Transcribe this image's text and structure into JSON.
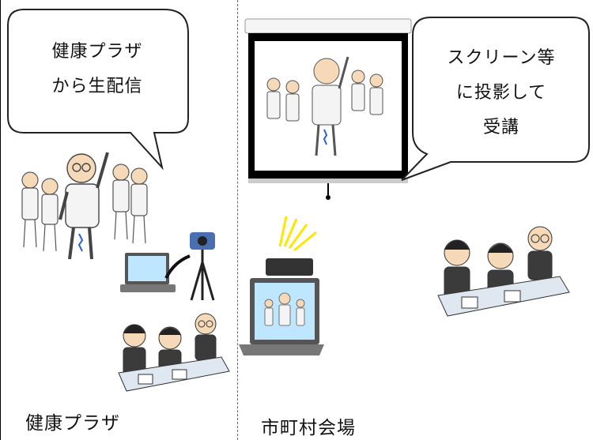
{
  "left_bubble": {
    "line1": "健康プラザ",
    "line2": "から生配信"
  },
  "right_bubble": {
    "line1": "スクリーン等",
    "line2": "に投影して",
    "line3": "受講"
  },
  "labels": {
    "left": "健康プラザ",
    "right": "市町村会場"
  },
  "colors": {
    "skin": "#f6d9b8",
    "shirt": "#f4f4f4",
    "suit": "#3b3b3b",
    "desk": "#dfe8f0",
    "screen": "#bfe6ff"
  }
}
